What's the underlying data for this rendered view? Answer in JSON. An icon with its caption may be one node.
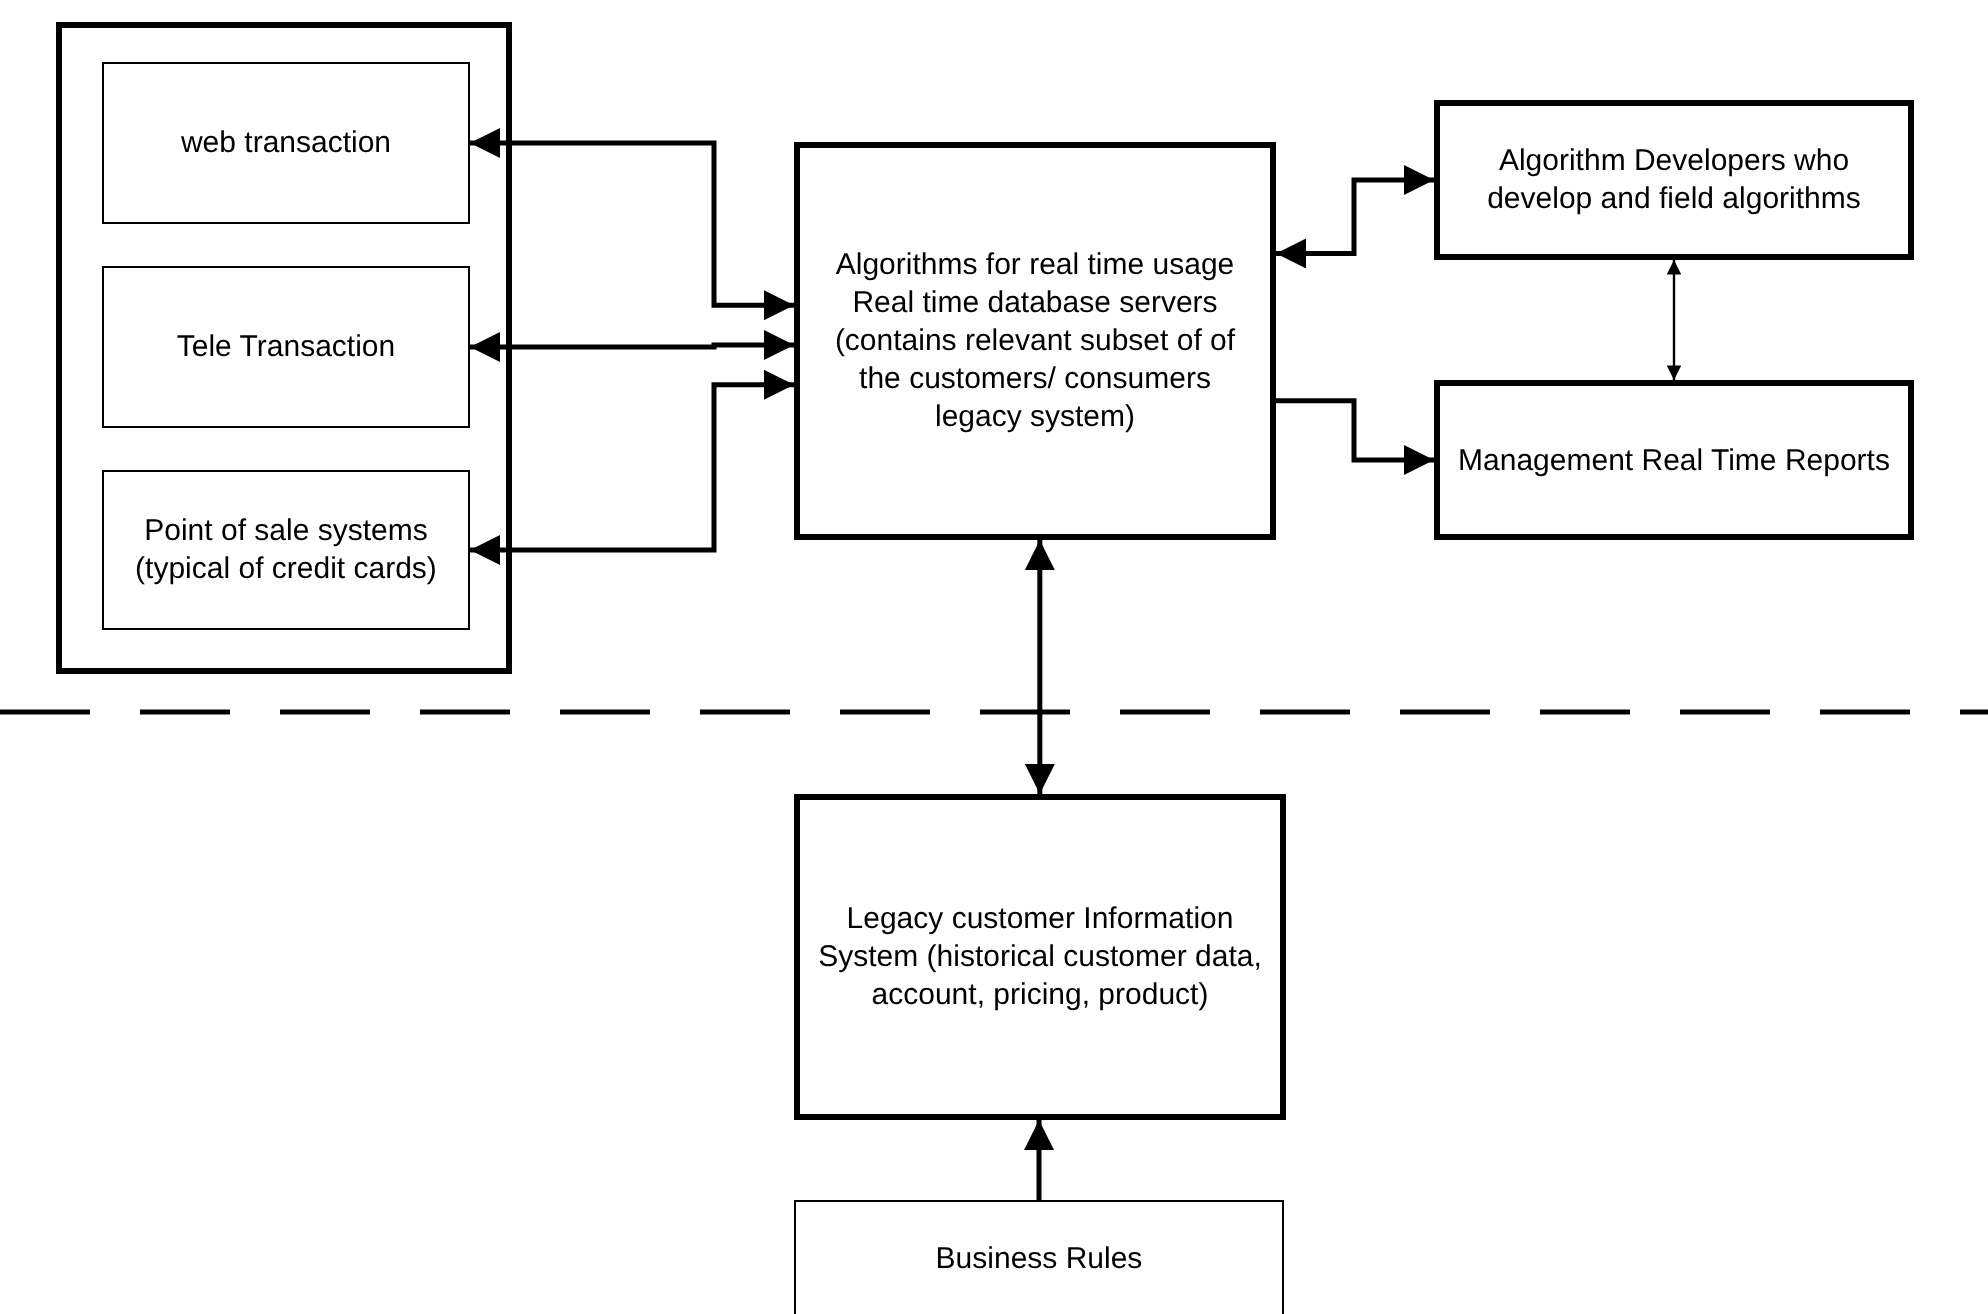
{
  "diagram": {
    "nodes": [
      {
        "text": [],
        "shape": "box"
      },
      {
        "text": [
          "web transaction"
        ],
        "in": 0
      },
      {
        "text": [
          "Tele Transaction"
        ],
        "in": 0
      },
      {
        "text": [
          "Point of sale systems (typical of credit cards)"
        ],
        "in": 0
      },
      {
        "text": [
          "Algorithms for real time usage",
          "Real time database servers (contains relevant subset of of the customers/ consumers legacy system)"
        ]
      },
      {
        "text": [
          "Algorithm Developers who develop and field algorithms"
        ]
      },
      {
        "text": [
          "Management Real Time Reports"
        ]
      },
      {
        "text": [
          "Legacy customer Information System (historical customer data, account, pricing, product)"
        ]
      },
      {
        "text": [
          "Business Rules"
        ]
      }
    ],
    "edges": [
      {
        "from": 1,
        "to": 4,
        "arrow": "both"
      },
      {
        "from": 2,
        "to": 4,
        "arrow": "both"
      },
      {
        "from": 3,
        "to": 4,
        "arrow": "both"
      },
      {
        "from": 4,
        "to": 5,
        "arrow": "both"
      },
      {
        "from": 4,
        "to": 6,
        "arrow": "to"
      },
      {
        "from": 5,
        "to": 6,
        "arrow": "both"
      },
      {
        "from": 4,
        "to": 7,
        "arrow": "both"
      },
      {
        "from": 8,
        "to": 7,
        "arrow": "to"
      }
    ]
  }
}
